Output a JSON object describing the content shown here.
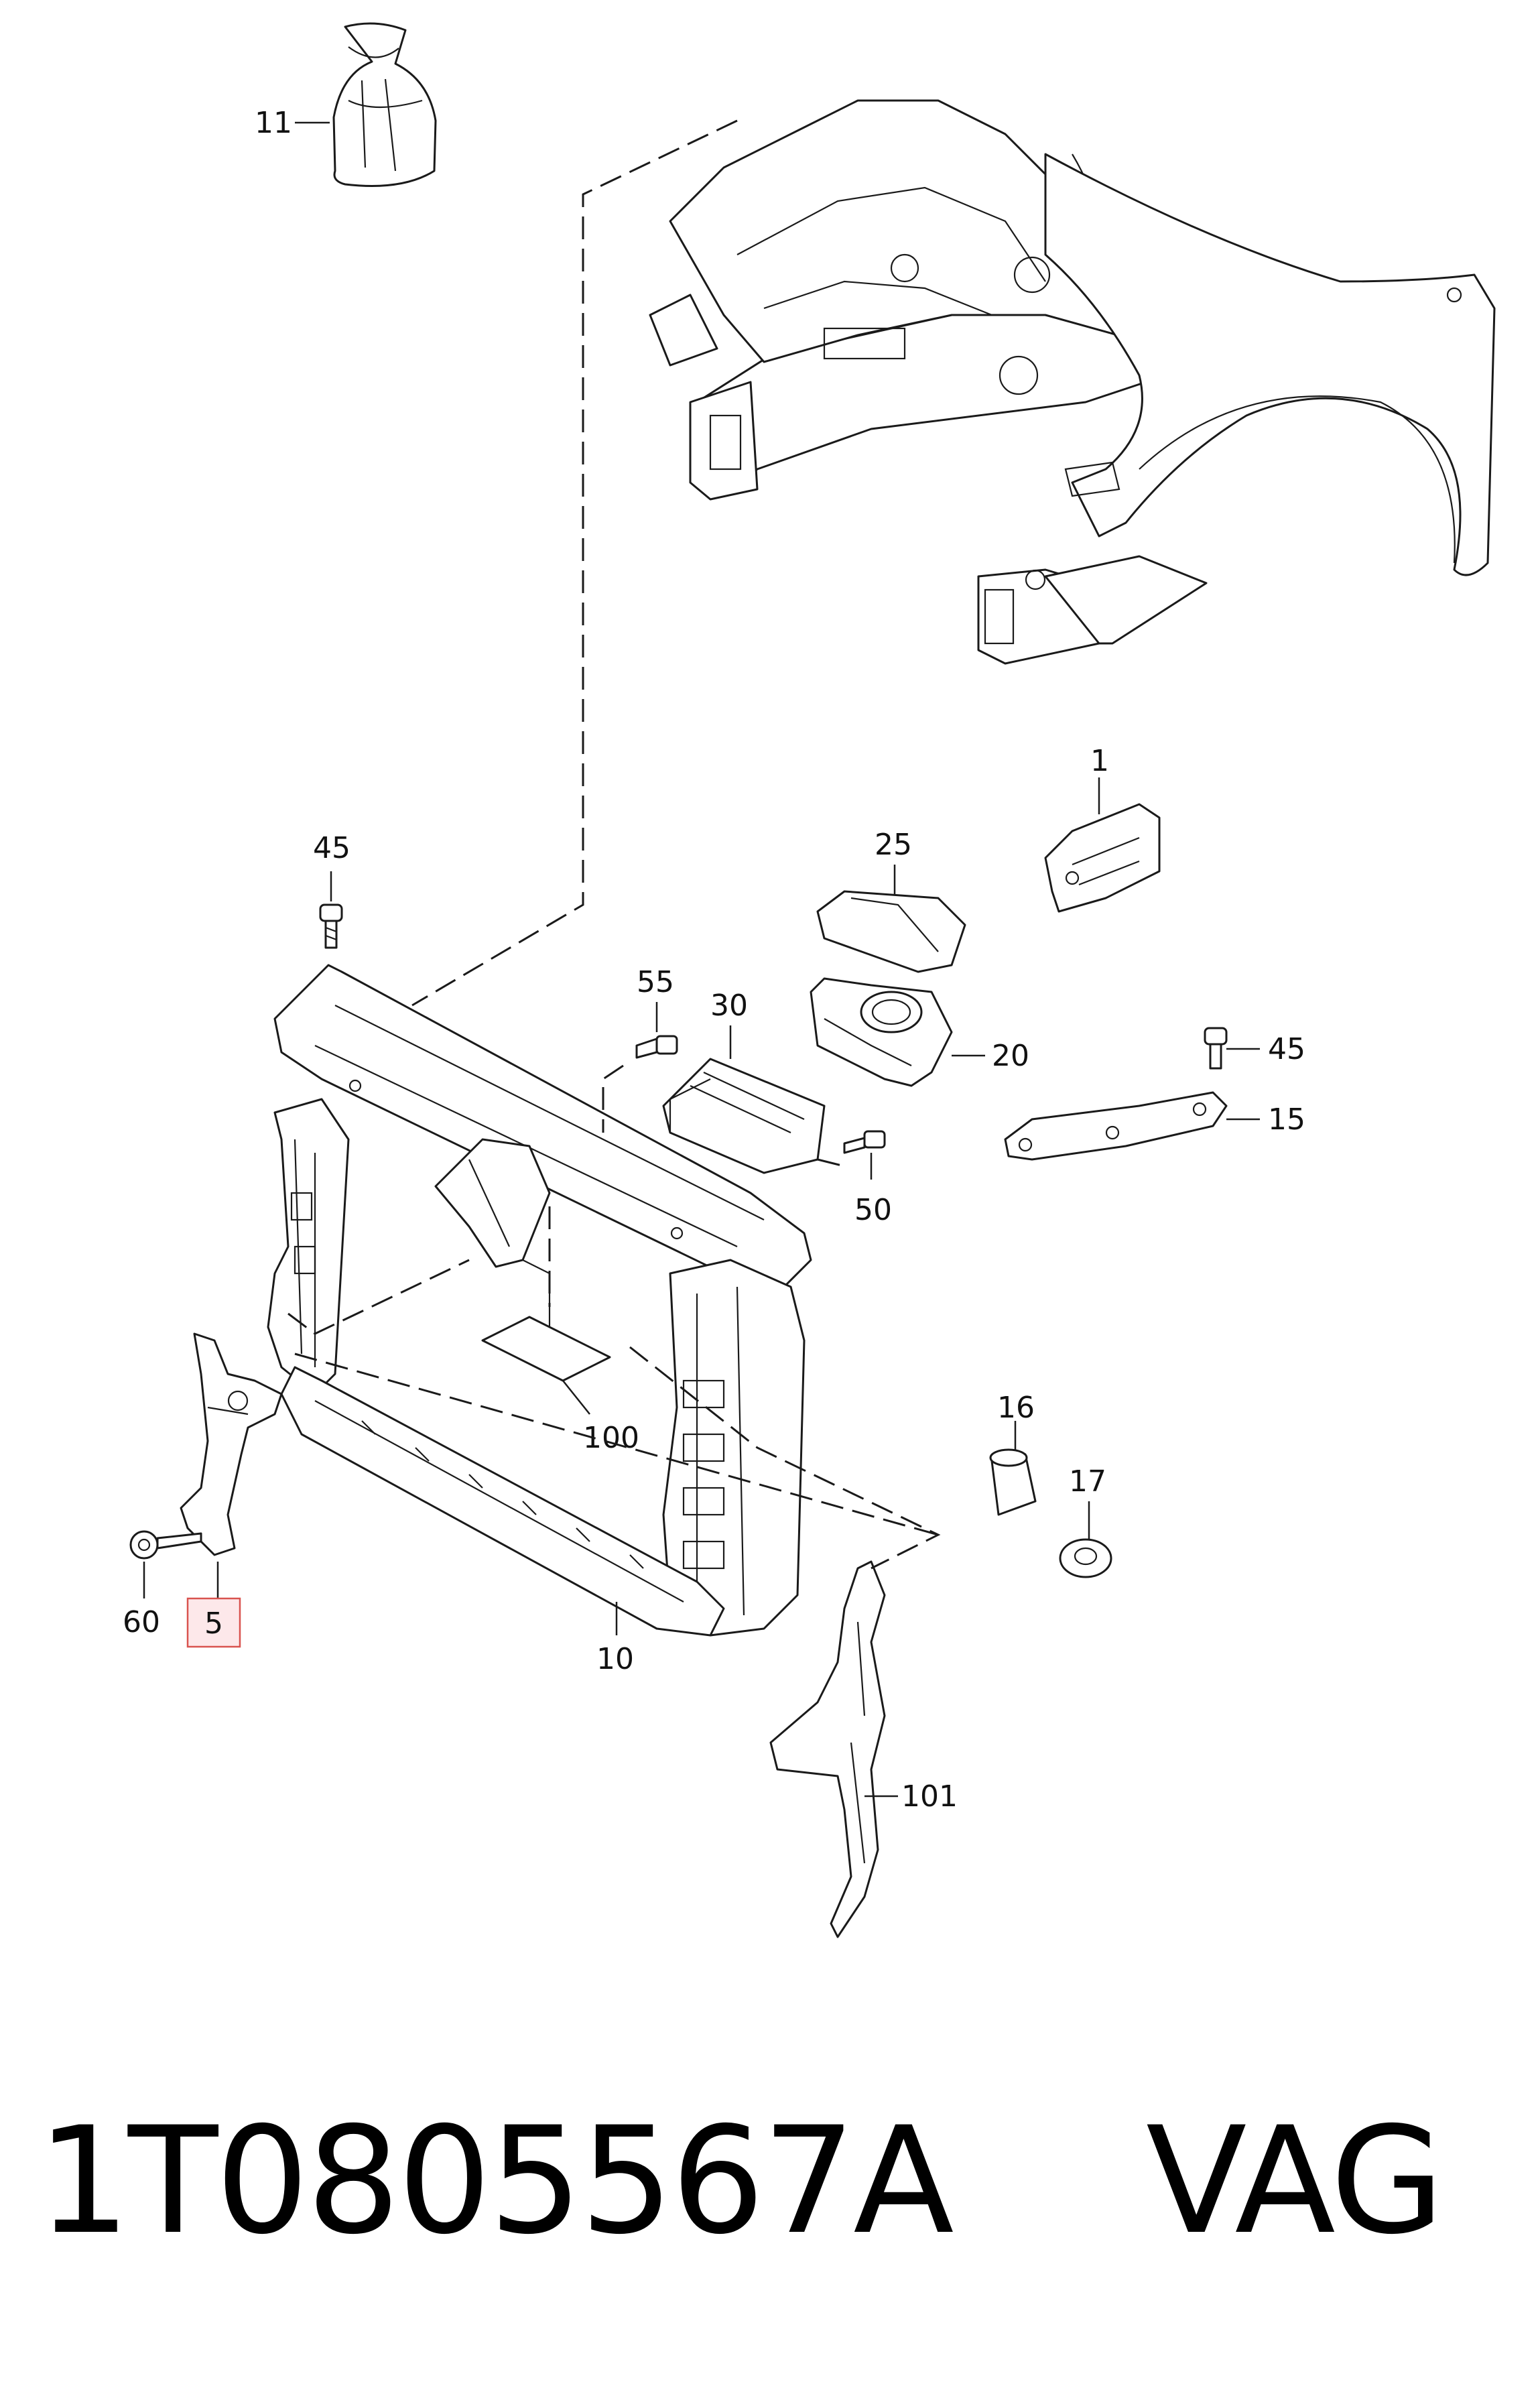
{
  "callouts": {
    "c1": "1",
    "c5": "5",
    "c10": "10",
    "c11": "11",
    "c15": "15",
    "c16": "16",
    "c17": "17",
    "c20": "20",
    "c25": "25",
    "c30": "30",
    "c45a": "45",
    "c45b": "45",
    "c50": "50",
    "c55": "55",
    "c60": "60",
    "c100": "100",
    "c101": "101"
  },
  "footer": {
    "part_number": "1T0805567A",
    "brand": "VAG"
  },
  "colors": {
    "line": "#1a1a1a",
    "highlight_fill": "#fde8ea",
    "highlight_stroke": "#d9534f"
  }
}
